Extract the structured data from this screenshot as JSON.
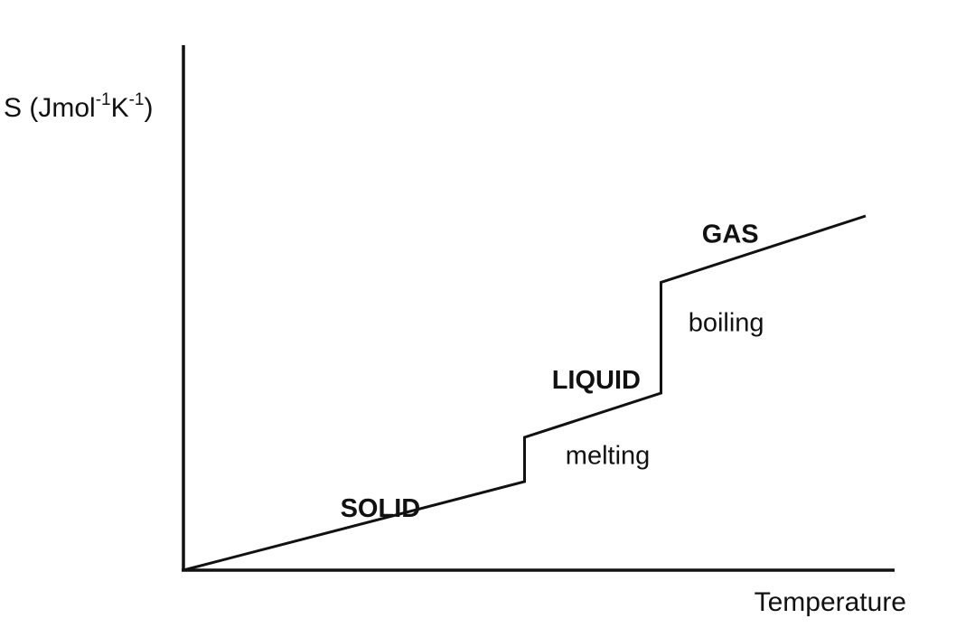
{
  "chart_data": {
    "type": "line",
    "xlabel": "Temperature",
    "ylabel": {
      "text": "S (Jmol",
      "sup1": "-1",
      "mid": "K",
      "sup2": "-1",
      "end": ")"
    },
    "axis_ticks": "none",
    "grid": false,
    "legend": "none",
    "x": [
      0,
      5,
      5,
      7,
      7,
      10
    ],
    "y": [
      0,
      2,
      3,
      4,
      6.5,
      8
    ],
    "xlim": [
      0,
      10
    ],
    "ylim": [
      0,
      10
    ],
    "line_color": "#111111",
    "phases": [
      {
        "name": "SOLID",
        "x": 2.3,
        "y": 1.2
      },
      {
        "name": "LIQUID",
        "x": 5.4,
        "y": 4.1
      },
      {
        "name": "GAS",
        "x": 7.6,
        "y": 7.4
      }
    ],
    "transitions": [
      {
        "name": "melting",
        "x": 5.6,
        "y": 2.4
      },
      {
        "name": "boiling",
        "x": 7.4,
        "y": 5.4
      }
    ]
  }
}
